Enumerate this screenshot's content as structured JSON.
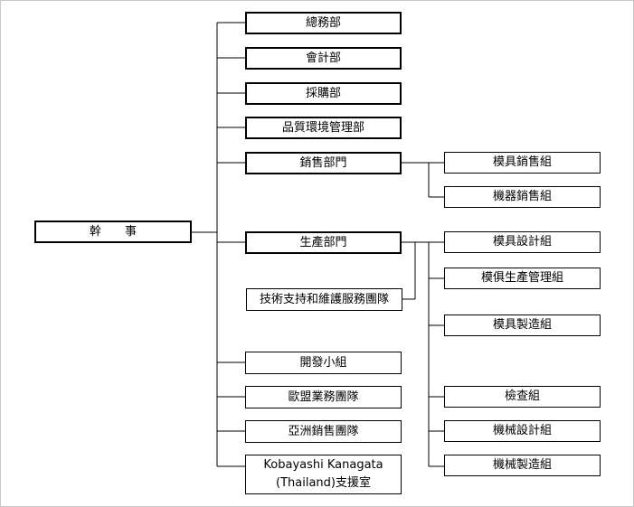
{
  "org": {
    "root": "幹事",
    "departments": {
      "general_affairs": "總務部",
      "accounting": "會計部",
      "purchasing": "採購部",
      "quality_env": "品質環境管理部",
      "sales": "銷售部門",
      "production": "生產部門",
      "tech_support": "技術支持和維護服務團隊",
      "development": "開發小組",
      "europe_team": "歐盟業務團隊",
      "asia_team": "亞洲銷售團隊",
      "thailand_line1": "Kobayashi Kanagata",
      "thailand_line2": "(Thailand)支援室"
    },
    "sales_groups": {
      "mold_sales": "模具銷售組",
      "machine_sales": "機器銷售組"
    },
    "production_groups": {
      "mold_design": "模具設計組",
      "mold_prod_mgmt": "模俱生產管理組",
      "mold_manufacturing": "模具製造組",
      "inspection": "檢查組",
      "machine_design": "機械設計組",
      "machine_manufacturing": "機械製造組"
    }
  }
}
